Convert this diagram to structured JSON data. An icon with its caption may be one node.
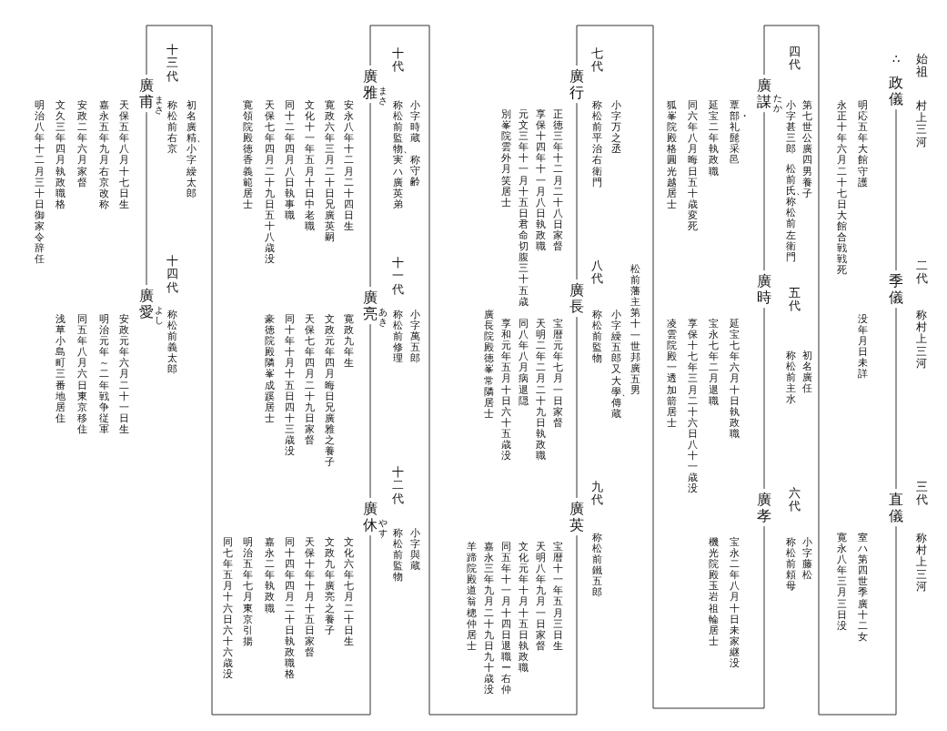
{
  "diagram": {
    "nodes": [
      {
        "text": [
          "政儀"
        ],
        "beside": [
          "始祖",
          "村上三河",
          "∴",
          "明応五年大館守護",
          "永正十年六月二十七日大館合戦戦死"
        ]
      },
      {
        "text": [
          "季儀"
        ],
        "beside": [
          "二代",
          "称村上三河",
          "没年月日未詳"
        ]
      },
      {
        "text": [
          "直儀"
        ],
        "beside": [
          "三代",
          "称村上三河",
          "室ハ第四世季廣十二女",
          "寛永八年三月三日没"
        ]
      },
      {
        "text": [
          "廣謀"
        ],
        "beside": [
          "たか",
          "四代",
          "第七世公廣四男養子",
          "小字甚三郎",
          "松前氏、称松前左衛門",
          "覃部・礼髭采邑",
          "延宝二年執政職",
          "同六年八月晦日五十歳変死",
          "狐峯院殿格圓光越居士"
        ]
      },
      {
        "text": [
          "廣時"
        ],
        "beside": [
          "五代",
          "初名廣任",
          "称松前主水",
          "延宝七年六月十日執政職",
          "宝永七年二月退職",
          "享保十七年三月二十六日八十一歳没",
          "凌雲院殿一透加箭居士"
        ]
      },
      {
        "text": [
          "廣孝"
        ],
        "beside": [
          "六代",
          "小字藤松",
          "称松前頼母",
          "宝永二年八月十日未家継没",
          "機光院殿玉岩祖輪居士"
        ]
      },
      {
        "text": [
          "廣行"
        ],
        "beside": [
          "七代",
          "小字万之丞",
          "称松前平治右衛門",
          "正徳三年十二月二十八日家督",
          "享保十四年十一月八日執政職",
          "元文三年十一月十五日君命切腹三十五歳",
          "別峯院雲外月笑居士"
        ]
      },
      {
        "text": [
          "廣長"
        ],
        "beside": [
          "松前藩主第十一世邦廣五男",
          "八代",
          "小字繰五郎又大學、傳蔵",
          "称松前監物",
          "宝暦元年七月一日家督",
          "天明二年二月二十九日執政職",
          "同八年八月病退隠",
          "享和元年五月十日六十五歳没",
          "廣長院殿徳峯常隣居士"
        ]
      },
      {
        "text": [
          "廣英"
        ],
        "beside": [
          "九代",
          "称松前鐵五郎",
          "宝暦十一年五月三日生",
          "天明八年九月一日家督",
          "文化元年十月十五日執政職",
          "同五年十一月十四日退職ー右仲",
          "嘉永三年九月二十九日九十歳没",
          "羊蹄院殿道翁樬仲居士"
        ]
      },
      {
        "text": [
          "廣雅"
        ],
        "beside": [
          "まさ",
          "十代",
          "小字時蔵",
          "称守齢",
          "称松前監物、実ハ廣英弟",
          "安永八年十二月二十四日生",
          "寛政六年三月二十日兄廣英嗣",
          "文化十一年五月十日中老職",
          "同十二年四月八日執事職",
          "天保七年四月二十九日五十八歳没",
          "寛領院殿徳香義範居士"
        ]
      },
      {
        "text": [
          "廣亮"
        ],
        "beside": [
          "あき",
          "十一代",
          "小字萬五郎",
          "称松前修理",
          "寛政九年生",
          "文政元年四月晦日兄廣雅之養子",
          "天保七年四月二十九日家督",
          "同十年十月十五日四十三歳没",
          "豪徳院殿隣峯成蹊居士"
        ]
      },
      {
        "text": [
          "廣休"
        ],
        "beside": [
          "やす",
          "十二代",
          "小字與蔵",
          "称松前監物",
          "文化六年七月二十日生",
          "文政九年廣亮之養子",
          "天保十年十月十五日家督",
          "同十四年四月二十日執政職格",
          "嘉永二年執政職",
          "明治五年七月東京引揚",
          "同七年五月十六日六十六歳没"
        ]
      },
      {
        "text": [
          "廣甫"
        ],
        "beside": [
          "まさ",
          "十三代",
          "初名廣精、小字繰太郎",
          "称松前右京",
          "天保五年八月十七日生",
          "嘉永五年九月右京改称",
          "安政二年六月家督",
          "文久三年四月執政職格",
          "明治八年十二月三十日御家令辞任"
        ]
      },
      {
        "text": [
          "廣愛"
        ],
        "beside": [
          "よし",
          "十四代",
          "称松前義太郎",
          "安政元年六月二十一日生",
          "明治元年～二年戦争従軍",
          "同五年八月六日東京移住",
          "浅草小島町三番地居住"
        ]
      }
    ],
    "edges": [
      {
        "from": 0,
        "to": 1,
        "arrow": "none"
      },
      {
        "from": 1,
        "to": 2,
        "arrow": "none"
      },
      {
        "from": 2,
        "to": 3,
        "arrow": "none"
      },
      {
        "from": 3,
        "to": 4,
        "arrow": "none"
      },
      {
        "from": 4,
        "to": 5,
        "arrow": "none"
      },
      {
        "from": 5,
        "to": 6,
        "arrow": "none"
      },
      {
        "from": 6,
        "to": 7,
        "arrow": "none"
      },
      {
        "from": 7,
        "to": 8,
        "arrow": "none"
      },
      {
        "from": 8,
        "to": 9,
        "arrow": "none"
      },
      {
        "from": 9,
        "to": 10,
        "arrow": "none"
      },
      {
        "from": 10,
        "to": 11,
        "arrow": "none"
      },
      {
        "from": 11,
        "to": 12,
        "arrow": "none"
      },
      {
        "from": 12,
        "to": 13,
        "arrow": "none"
      }
    ]
  }
}
